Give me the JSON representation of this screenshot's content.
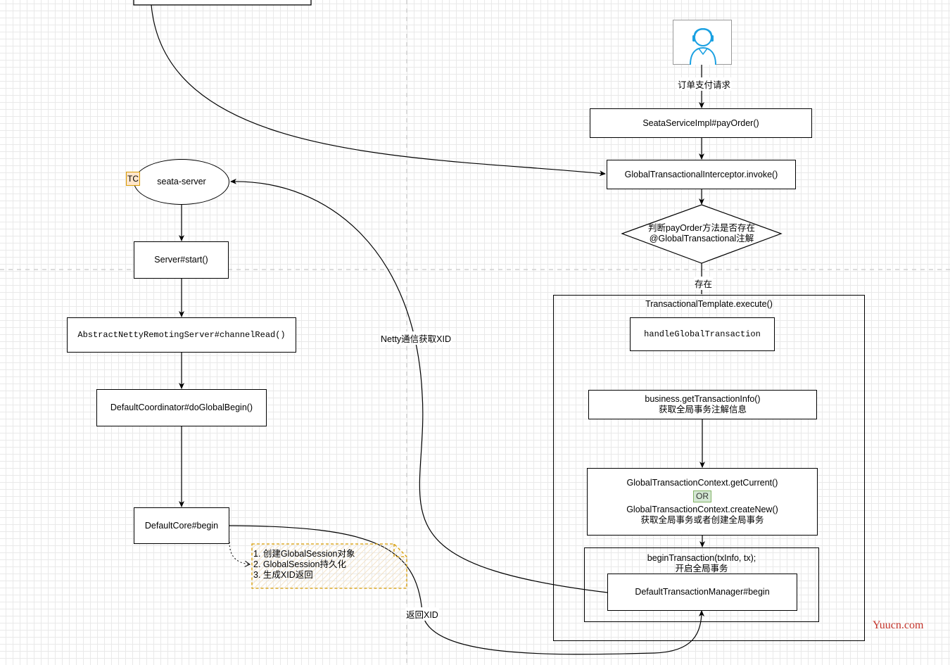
{
  "nodes": {
    "user_request_label": "订单支付请求",
    "pay_order": "SeataServiceImpl#payOrder()",
    "interceptor": "GlobalTransactionalInterceptor.invoke()",
    "decision_line1": "判断payOrder方法是否存在",
    "decision_line2": "@GlobalTransactional注解",
    "exists_label": "存在",
    "template_title": "TransactionalTemplate.execute()",
    "handle_global": "handleGlobalTransaction",
    "get_tx_info_line1": "business.getTransactionInfo()",
    "get_tx_info_line2": "获取全局事务注解信息",
    "context_line1": "GlobalTransactionContext.getCurrent()",
    "context_or": "OR",
    "context_line3": "GlobalTransactionContext.createNew()",
    "context_line4": "获取全局事务或者创建全局事务",
    "begin_tx_line1": "beginTransaction(txInfo, tx);",
    "begin_tx_line2": "开启全局事务",
    "tm_begin": "DefaultTransactionManager#begin",
    "seata_server": "seata-server",
    "tc_badge": "TC",
    "server_start": "Server#start()",
    "channel_read": "AbstractNettyRemotingServer#channelRead()",
    "do_global_begin": "DefaultCoordinator#doGlobalBegin()",
    "core_begin": "DefaultCore#begin",
    "netty_label": "Netty通信获取XID",
    "return_xid_label": "返回XID"
  },
  "note": {
    "lines": [
      "1. 创建GlobalSession对象",
      "2. GlobalSession持久化",
      "3. 生成XID返回"
    ]
  },
  "watermark": "Yuucn.com",
  "colors": {
    "grid": "#e9e9e9",
    "badge_fill": "#ffe6cc",
    "badge_stroke": "#d79b00",
    "or_fill": "#d5e8d4",
    "or_stroke": "#82b366",
    "avatar": "#1ba1e2",
    "watermark": "#c4342b"
  }
}
